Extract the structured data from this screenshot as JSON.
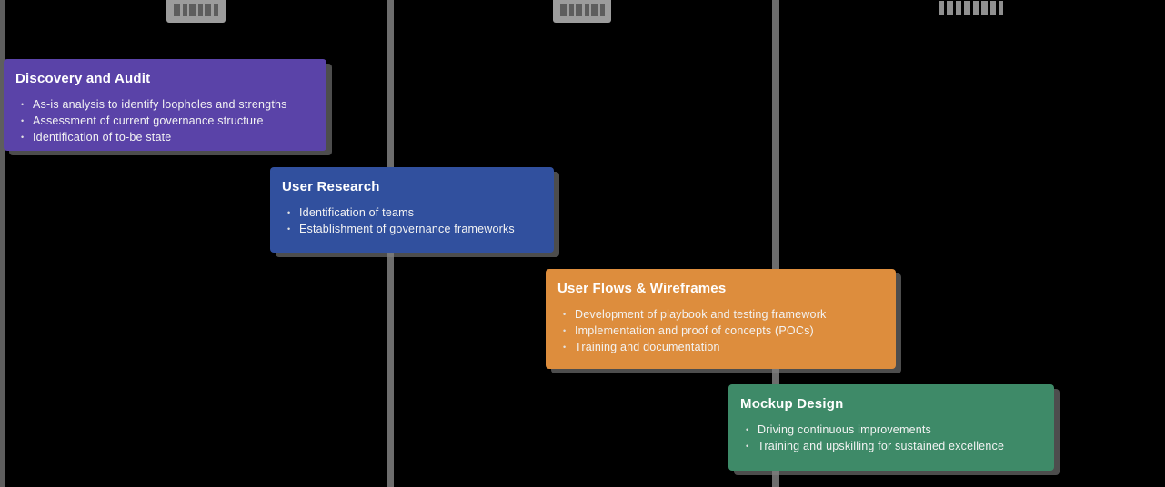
{
  "canvas": {
    "background": "#000000"
  },
  "structure": {
    "divider_color": "#6d6d6d",
    "edge_strip_color": "#5e5e5e"
  },
  "top_markers": [
    {
      "name": "cropped-column-label-1",
      "label": "",
      "badge_color": "#9c9c9c"
    },
    {
      "name": "cropped-column-label-2",
      "label": "",
      "badge_color": "#9c9c9c"
    },
    {
      "name": "cropped-column-label-3",
      "label": "",
      "badge_color": ""
    }
  ],
  "cards": [
    {
      "title": "Discovery and Audit",
      "color": "#5a43a8",
      "bullets": [
        "As-is analysis to identify loopholes and strengths",
        "Assessment of current governance structure",
        "Identification of to-be state"
      ]
    },
    {
      "title": "User Research",
      "color": "#31509e",
      "bullets": [
        "Identification of teams",
        "Establishment of governance frameworks"
      ]
    },
    {
      "title": "User Flows & Wireframes",
      "color": "#dd8d3d",
      "bullets": [
        "Development of playbook and testing framework",
        "Implementation and proof of concepts (POCs)",
        "Training and documentation"
      ]
    },
    {
      "title": "Mockup Design",
      "color": "#3e8a68",
      "bullets": [
        "Driving continuous improvements",
        "Training and upskilling for sustained excellence"
      ]
    }
  ]
}
